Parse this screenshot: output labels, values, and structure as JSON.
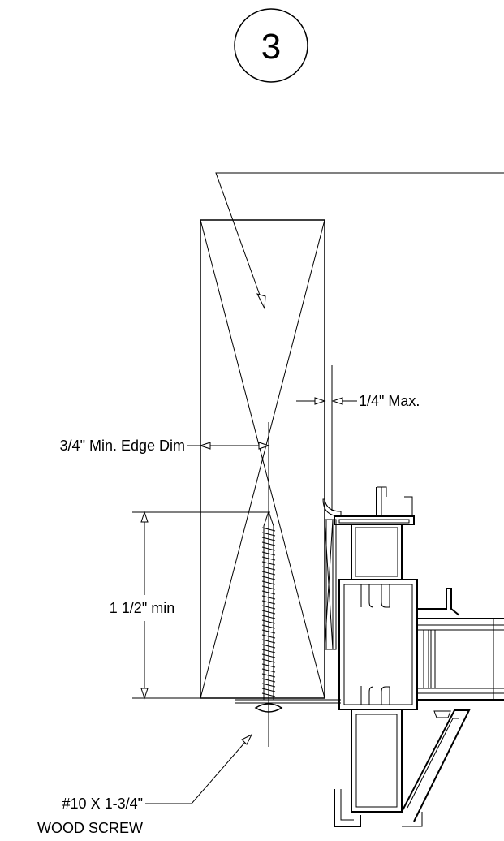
{
  "detail": {
    "number": "3"
  },
  "labels": {
    "max_gap": "1/4\" Max.",
    "min_edge": "3/4\" Min. Edge Dim",
    "min_embed": "1 1/2\" min",
    "screw_line1": "#10 X 1-3/4\"",
    "screw_line2": "WOOD SCREW"
  },
  "colors": {
    "line": "#000000",
    "background": "#ffffff"
  }
}
